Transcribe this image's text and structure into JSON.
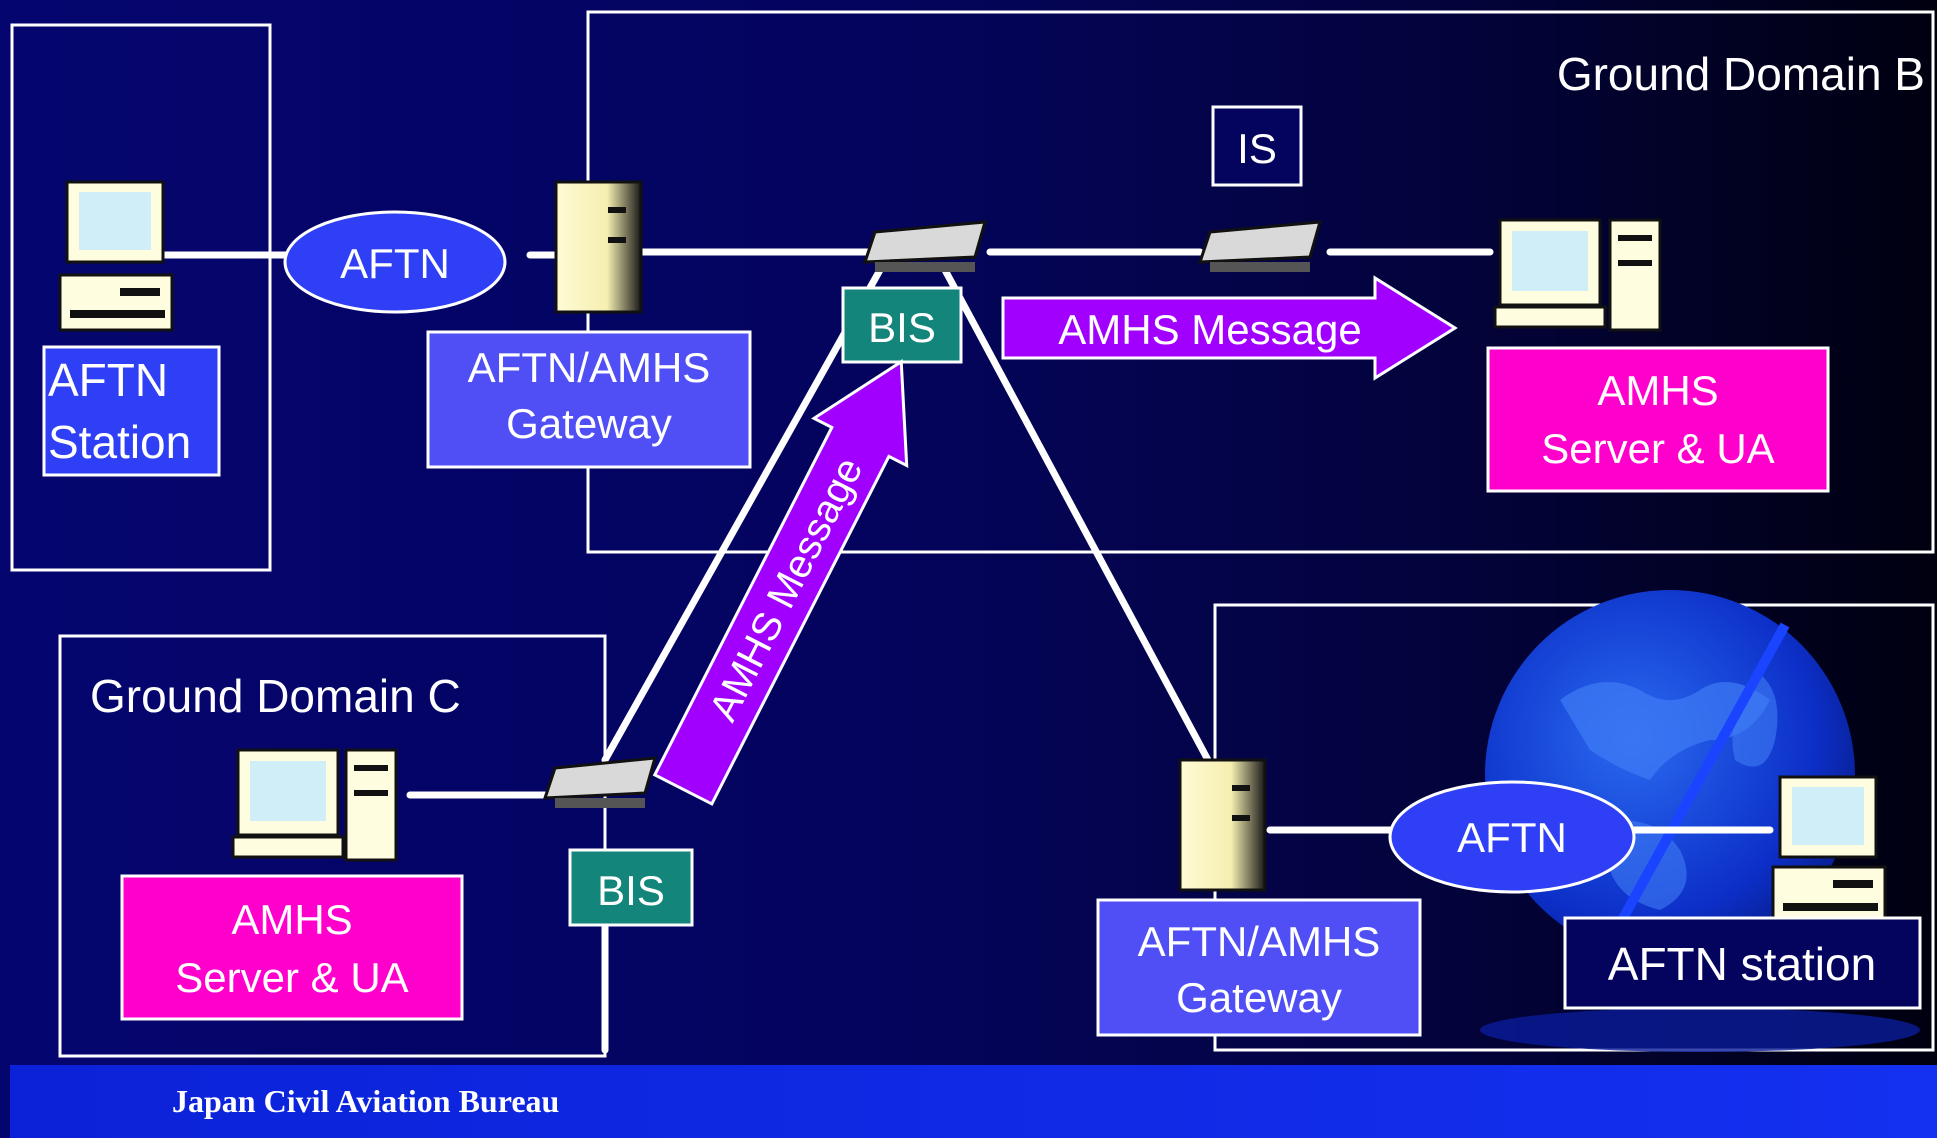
{
  "domains": {
    "domain_b_title": "Ground Domain B",
    "domain_c_title": "Ground Domain C"
  },
  "left_station": {
    "label_line1": "AFTN",
    "label_line2": "Station",
    "network_label": "AFTN"
  },
  "gateway_b": {
    "label_line1": "AFTN/AMHS",
    "label_line2": "Gateway"
  },
  "router_labels": {
    "is": "IS",
    "bis_top": "BIS",
    "bis_c": "BIS"
  },
  "amhs_server_b": {
    "label_line1": "AMHS",
    "label_line2": "Server & UA"
  },
  "amhs_server_c": {
    "label_line1": "AMHS",
    "label_line2": "Server & UA"
  },
  "gateway_d": {
    "label_line1": "AFTN/AMHS",
    "label_line2": "Gateway",
    "network_label": "AFTN"
  },
  "right_station": {
    "label": "AFTN station"
  },
  "messages": {
    "horizontal": "AMHS Message",
    "diagonal": "AMHS Message"
  },
  "footer": {
    "org": "Japan Civil Aviation Bureau"
  },
  "colors": {
    "label_box_blue": "#4f4ff5",
    "label_box_magenta": "#ff00cc",
    "label_box_teal": "#13857b",
    "message_arrow": "#a100ff",
    "footer_bar": "#0a20e6"
  }
}
